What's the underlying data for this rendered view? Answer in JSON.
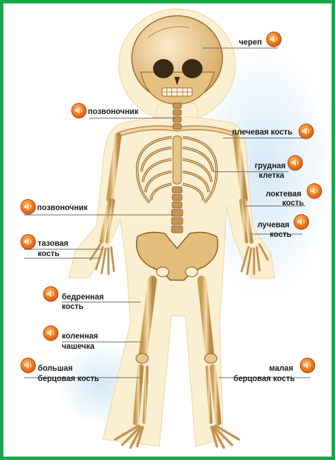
{
  "labels": {
    "skull": "череп",
    "spine_top": "позвоночник",
    "humerus": "плечевая кость",
    "ribcage_line1": "грудная",
    "ribcage_line2": "клетка",
    "ulna_line1": "локтевая",
    "ulna_line2": "кость",
    "spine_mid": "позвоночник",
    "radius_line1": "лучевая",
    "radius_line2": "кость",
    "pelvis_line1": "тазовая",
    "pelvis_line2": "кость",
    "femur_line1": "бедренная",
    "femur_line2": "кость",
    "patella_line1": "коленная",
    "patella_line2": "чашечка",
    "tibia_line1": "большая",
    "tibia_line2": "берцовая кость",
    "fibula_line1": "малая",
    "fibula_line2": "берцовая кость"
  },
  "icons": {
    "sound": "speaker-icon"
  },
  "colors": {
    "border": "#18a84a",
    "button": "#f07a1e",
    "bone": "#e8c88c",
    "aura": "#f8ecc8"
  }
}
